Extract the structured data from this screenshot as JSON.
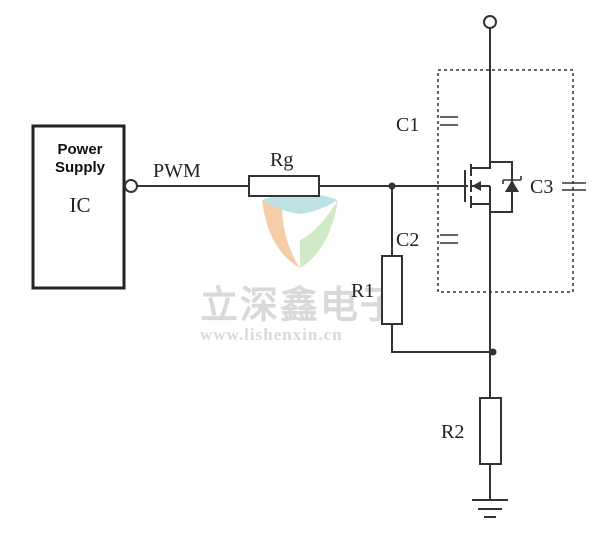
{
  "ic_block": {
    "title_line1": "Power",
    "title_line2": "Supply",
    "label": "IC"
  },
  "signal": {
    "label": "PWM"
  },
  "components": {
    "gate_resistor": "Rg",
    "resistor_1": "R1",
    "resistor_2": "R2",
    "capacitor_1": "C1",
    "capacitor_2": "C2",
    "capacitor_3": "C3"
  },
  "watermark": {
    "brand_cn": "立深鑫电子",
    "url": "www.lishenxin.cn"
  },
  "colors": {
    "line": "#333333",
    "watermark_text": "#d9d9d9",
    "logo_orange": "#f4c9a0",
    "logo_teal": "#b7dfe0",
    "logo_green": "#cde8c0"
  },
  "icons": [
    "ground-icon",
    "terminal-icon",
    "mosfet-icon",
    "diode-icon",
    "logo-icon"
  ]
}
